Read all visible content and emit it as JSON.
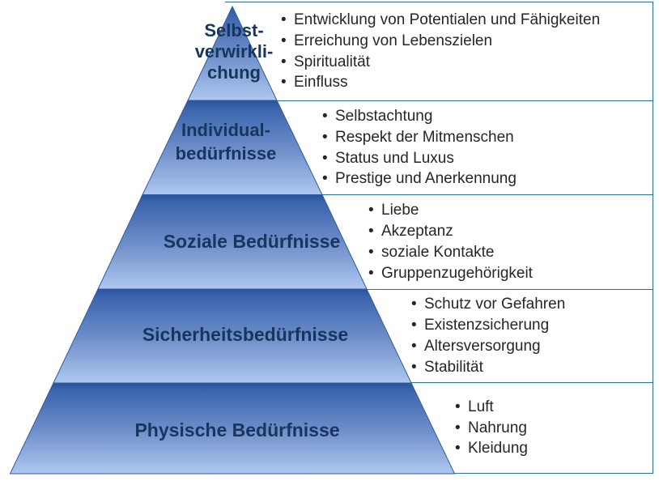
{
  "diagram_type": "pyramid-hierarchy",
  "colors": {
    "line": "#2d7296",
    "text": "#262626",
    "label": "#17365d",
    "pyramid-edge": "#2e5aa4",
    "pyramid-top": "#2b529c",
    "pyramid-upper": "#3a64ae",
    "pyramid-mid": "#6e8ec9",
    "pyramid-bottom": "#aec8f0"
  },
  "levels": [
    {
      "name": "Selbstverwirklichung",
      "label_lines": [
        "Selbst-",
        "verwirkli-",
        "chung"
      ],
      "items": [
        "Entwicklung von Potentialen und Fähigkeiten",
        "Erreichung von Lebenszielen",
        "Spiritualität",
        "Einfluss"
      ]
    },
    {
      "name": "Individualbedürfnisse",
      "label_lines": [
        "Individual-",
        "bedürfnisse"
      ],
      "items": [
        "Selbstachtung",
        "Respekt der Mitmenschen",
        "Status und Luxus",
        "Prestige und Anerkennung"
      ]
    },
    {
      "name": "Soziale Bedürfnisse",
      "label_lines": [
        "Soziale Bedürfnisse"
      ],
      "items": [
        "Liebe",
        "Akzeptanz",
        "soziale Kontakte",
        "Gruppenzugehörigkeit"
      ]
    },
    {
      "name": "Sicherheitsbedürfnisse",
      "label_lines": [
        "Sicherheitsbedürfnisse"
      ],
      "items": [
        "Schutz vor Gefahren",
        "Existenzsicherung",
        "Altersversorgung",
        "Stabilität"
      ]
    },
    {
      "name": "Physische Bedürfnisse",
      "label_lines": [
        "Physische Bedürfnisse"
      ],
      "items": [
        "Luft",
        "Nahrung",
        "Kleidung"
      ]
    }
  ]
}
